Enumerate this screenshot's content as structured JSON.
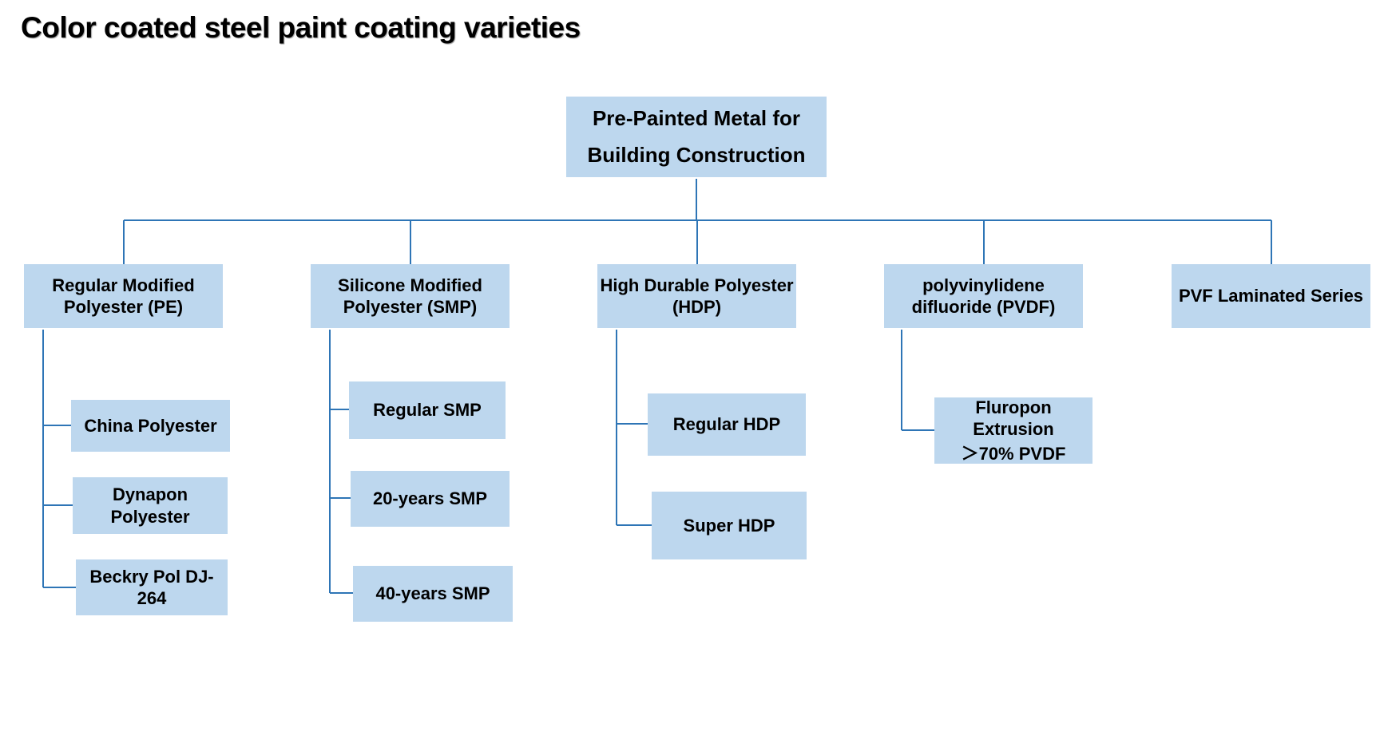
{
  "title": "Color coated steel paint coating varieties",
  "colors": {
    "box_fill": "#bdd7ee",
    "connector": "#2e75b6"
  },
  "root": {
    "line1": "Pre-Painted Metal for",
    "line2": "Building Construction"
  },
  "categories": [
    {
      "line1": "Regular Modified",
      "line2": "Polyester (PE)",
      "children": [
        {
          "line1": "China Polyester",
          "line2": ""
        },
        {
          "line1": "Dynapon",
          "line2": "Polyester"
        },
        {
          "line1": "Beckry Pol DJ-264",
          "line2": ""
        }
      ]
    },
    {
      "line1": "Silicone Modified",
      "line2": "Polyester (SMP)",
      "children": [
        {
          "line1": "Regular SMP",
          "line2": ""
        },
        {
          "line1": "20-years SMP",
          "line2": ""
        },
        {
          "line1": "40-years SMP",
          "line2": ""
        }
      ]
    },
    {
      "line1": "High Durable Polyester",
      "line2": "(HDP)",
      "children": [
        {
          "line1": "Regular HDP",
          "line2": ""
        },
        {
          "line1": "Super HDP",
          "line2": ""
        }
      ]
    },
    {
      "line1": "polyvinylidene",
      "line2": "difluoride (PVDF)",
      "children": [
        {
          "line1": "Fluropon",
          "line2": "Extrusion",
          "line3": "＞70% PVDF"
        }
      ]
    },
    {
      "line1": "PVF Laminated Series",
      "line2": "",
      "children": []
    }
  ]
}
